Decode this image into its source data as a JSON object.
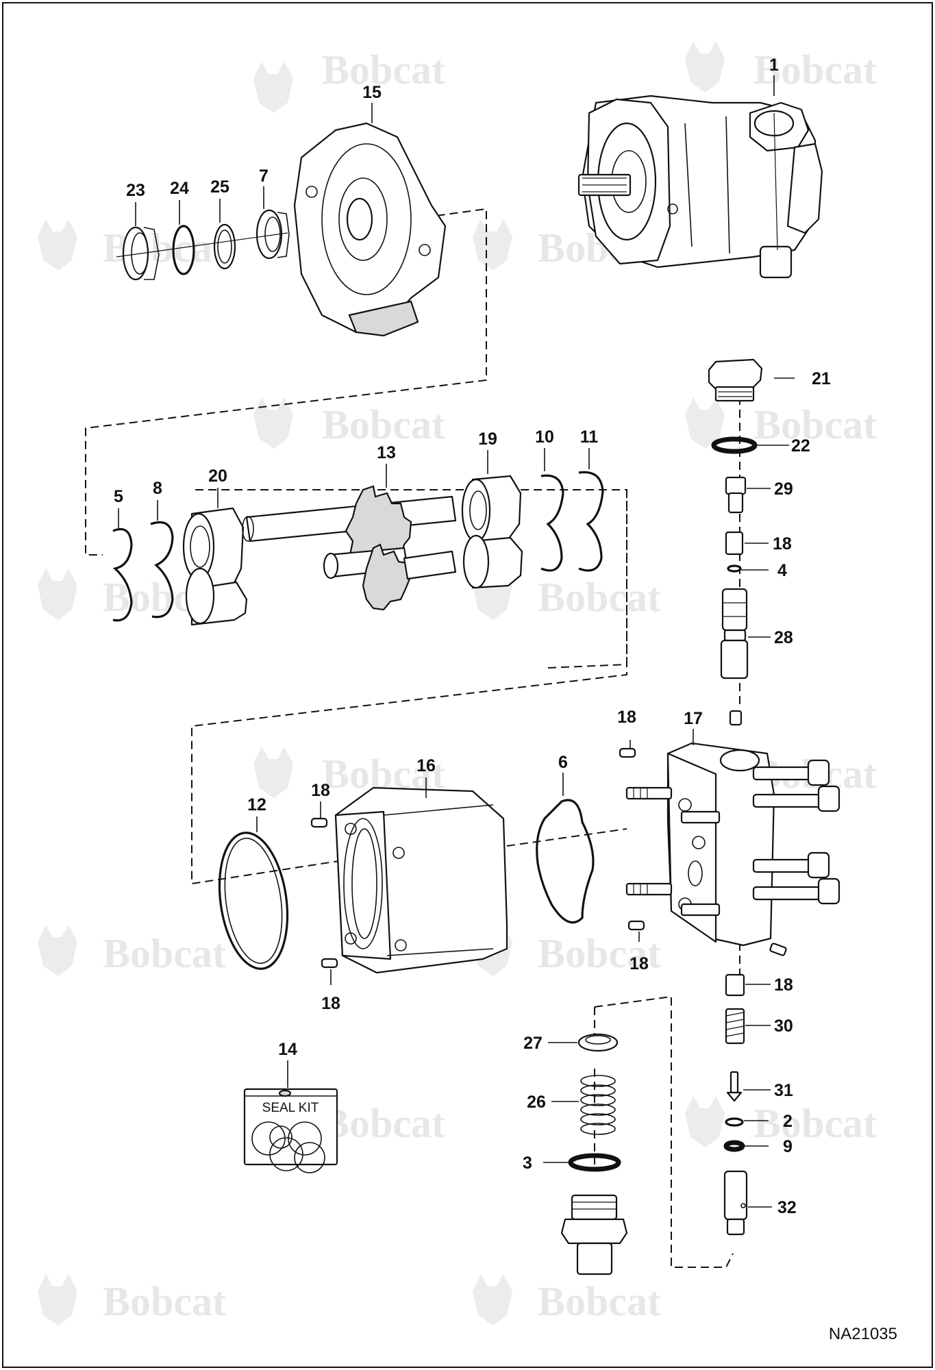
{
  "diagram": {
    "reference_code": "NA21035",
    "watermark_text": "Bobcat",
    "seal_kit_label": "SEAL KIT"
  },
  "callouts": {
    "c1": "1",
    "c2": "2",
    "c3": "3",
    "c4": "4",
    "c5": "5",
    "c6": "6",
    "c7": "7",
    "c8": "8",
    "c9": "9",
    "c10": "10",
    "c11": "11",
    "c12": "12",
    "c13": "13",
    "c14": "14",
    "c15": "15",
    "c16": "16",
    "c17": "17",
    "c18": "18",
    "c19": "19",
    "c20": "20",
    "c21": "21",
    "c22": "22",
    "c23": "23",
    "c24": "24",
    "c25": "25",
    "c26": "26",
    "c27": "27",
    "c28": "28",
    "c29": "29",
    "c30": "30",
    "c31": "31",
    "c32": "32"
  },
  "colors": {
    "line": "#111111",
    "watermark": "#e7e7e7",
    "background": "#ffffff"
  }
}
